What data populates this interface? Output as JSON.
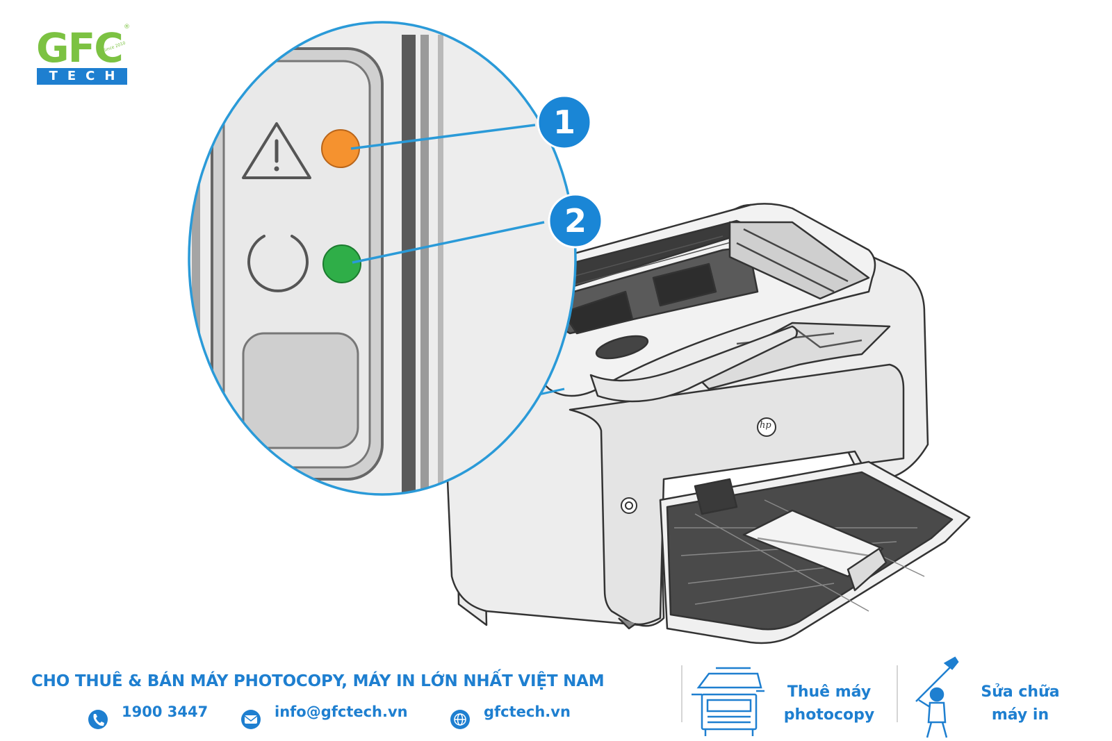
{
  "brand": {
    "logo_letters": "GFC",
    "logo_tech": "TECH",
    "logo_since": "Since 2010",
    "logo_registered": "®",
    "primary_color": "#1e7fd0",
    "accent_color": "#7cc242"
  },
  "diagram": {
    "callout_1": "1",
    "callout_2": "2",
    "printer_logo": "hp",
    "attention_light_color": "#f5922f",
    "ready_light_color": "#2fae48",
    "callout_color": "#1a86d6"
  },
  "footer": {
    "headline": "CHO THUÊ & BÁN MÁY PHOTOCOPY, MÁY IN LỚN NHẤT VIỆT NAM",
    "phone": "1900 3447",
    "email": "info@gfctech.vn",
    "website": "gfctech.vn",
    "service_rent_line1": "Thuê máy",
    "service_rent_line2": "photocopy",
    "service_repair_line1": "Sửa chữa",
    "service_repair_line2": "máy in"
  }
}
